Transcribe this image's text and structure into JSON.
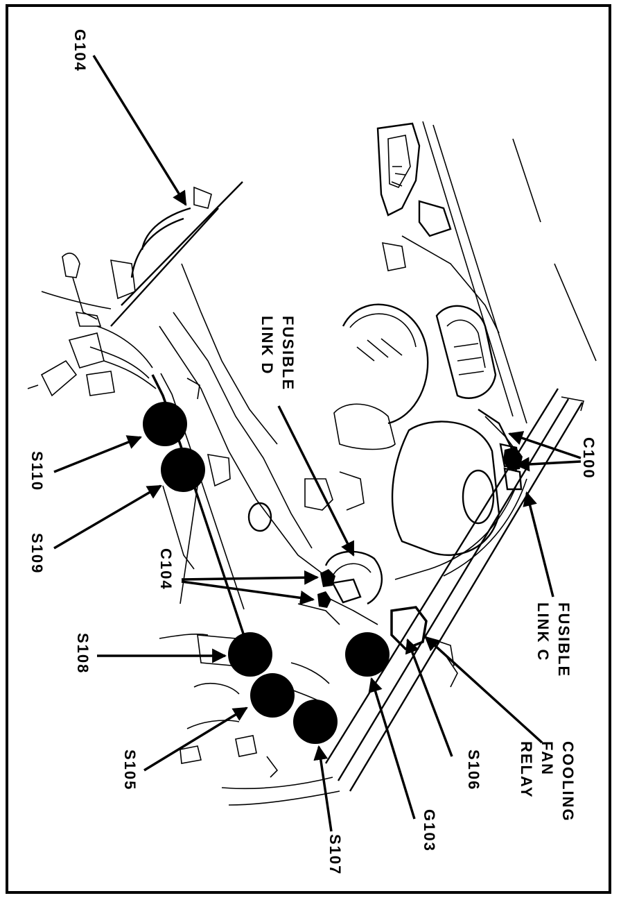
{
  "labels": {
    "g104": "G104",
    "fusible_link_d_1": "FUSIBLE",
    "fusible_link_d_2": "LINK D",
    "c100": "C100",
    "s110": "S110",
    "s109": "S109",
    "c104": "C104",
    "fusible_link_c_1": "FUSIBLE",
    "fusible_link_c_2": "LINK C",
    "s108": "S108",
    "cooling_fan_relay_1": "COOLING",
    "cooling_fan_relay_2": "FAN",
    "cooling_fan_relay_3": "RELAY",
    "s106": "S106",
    "s105": "S105",
    "g103": "G103",
    "s107": "S107"
  },
  "colors": {
    "ink": "#000000",
    "paper": "#ffffff"
  }
}
